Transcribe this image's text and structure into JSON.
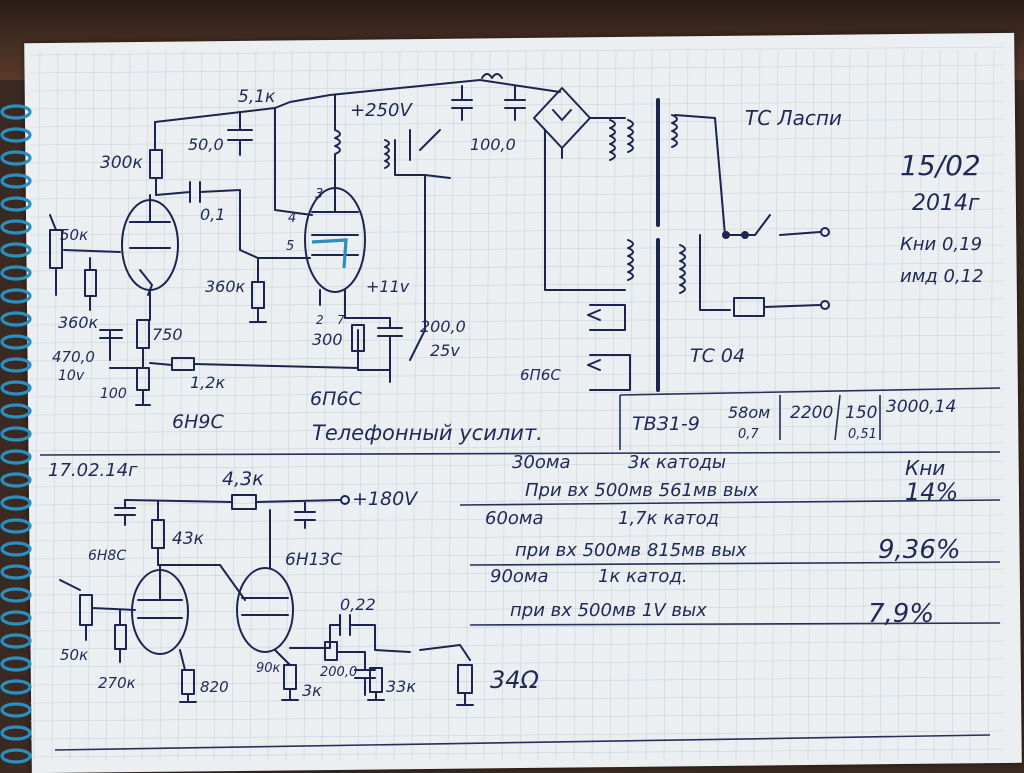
{
  "notebook": {
    "date_top": "15/02",
    "year_top": "2014г",
    "kni_top": "Кни 0,19",
    "imd_top": "имд 0,12",
    "date_bottom": "17.02.14г"
  },
  "top_schematic": {
    "title": "Телефонный усилит.",
    "r_anode_feed": "5,1к",
    "supply_plus": "+250V",
    "cap_filter_1": "100,0",
    "cap_decoupling": "50,0",
    "r_anode_1": "300к",
    "cap_coupling": "0,1",
    "pot_input": "50к",
    "r_input": "360к",
    "r_grid": "360к",
    "r_cathode_1": "750",
    "cap_cathode_1_value": "470,0",
    "cap_cathode_1_voltage": "10v",
    "r_fb_bottom": "100",
    "r_feedback": "1,2к",
    "tube_driver": "6Н9С",
    "tube_output": "6П6С",
    "pin_3": "3",
    "pin_4": "4",
    "pin_5": "5",
    "pin_2": "2",
    "pin_7": "7",
    "cathode_voltage": "+11v",
    "r_cathode_output": "300",
    "cap_cathode_output_value": "200,0",
    "cap_cathode_output_voltage": "25v",
    "tx_speaker": "ТС Ласпи",
    "tx_output": "ТС 04",
    "heater_label": "6П6С"
  },
  "spec_table": {
    "model": "ТВЗ1-9",
    "model_sub1": "58ом",
    "model_sub2": "0,7",
    "col2": "2200",
    "col3_top": "150",
    "col3_sub": "0,51",
    "col4": "3000,14"
  },
  "measurements": {
    "header": "Кни",
    "rows": [
      {
        "load": "30ома",
        "cathode": "3к катоды",
        "in_out": "При вх 500мв   561мв вых",
        "thd": "14%"
      },
      {
        "load": "60ома",
        "cathode": "1,7к катод",
        "in_out": "при вх 500мв   815мв вых",
        "thd": "9,36%"
      },
      {
        "load": "90ома",
        "cathode": "1к катод.",
        "in_out": "при вх 500мв   1V вых",
        "thd": "7,9%"
      }
    ]
  },
  "bottom_schematic": {
    "r_series": "4,3к",
    "supply_plus": "+180V",
    "r_anode": "43к",
    "tube_1": "6Н8С",
    "tube_2": "6Н13С",
    "pot_input": "50к",
    "r_grid": "270к",
    "r_cathode_1": "820",
    "r_cathode_2": "90к",
    "r_cathode_3": "3к",
    "cap_output": "0,22",
    "cap_output_2": "200,0",
    "r_load": "33к",
    "speaker": "34Ω"
  }
}
